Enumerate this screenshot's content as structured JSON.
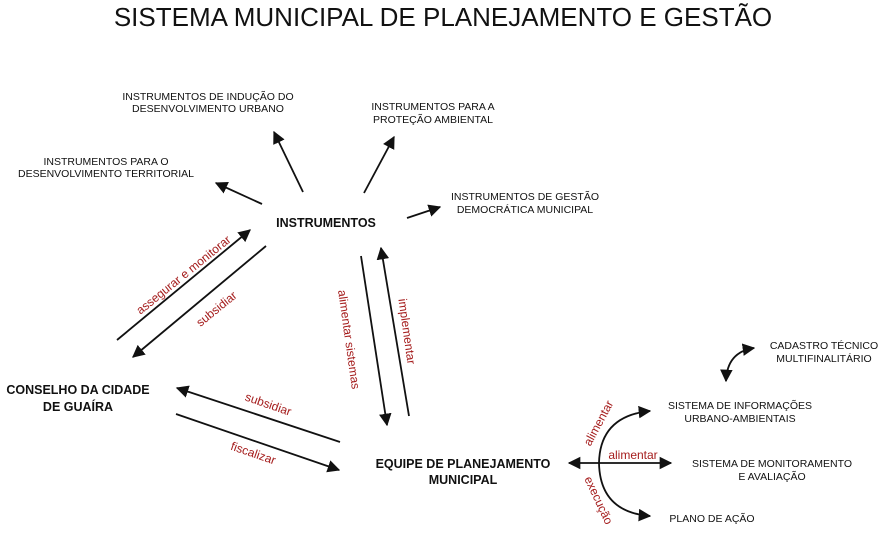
{
  "title": "SISTEMA MUNICIPAL DE PLANEJAMENTO E GESTÃO",
  "nodes": {
    "instrumentos": "INSTRUMENTOS",
    "conselho": [
      "CONSELHO DA CIDADE",
      "DE GUAÍRA"
    ],
    "equipe": [
      "EQUIPE DE PLANEJAMENTO",
      "MUNICIPAL"
    ]
  },
  "instrument_types": {
    "inducao": [
      "INSTRUMENTOS DE INDUÇÃO DO",
      "DESENVOLVIMENTO URBANO"
    ],
    "protecao": [
      "INSTRUMENTOS PARA A",
      "PROTEÇÃO AMBIENTAL"
    ],
    "territorial": [
      "INSTRUMENTOS PARA O",
      "DESENVOLVIMENTO TERRITORIAL"
    ],
    "gestao": [
      "INSTRUMENTOS DE GESTÃO",
      "DEMOCRÁTICA MUNICIPAL"
    ]
  },
  "outputs": {
    "cadastro": [
      "CADASTRO TÉCNICO",
      "MULTIFINALITÁRIO"
    ],
    "sistema_info": [
      "SISTEMA DE INFORMAÇÕES",
      "URBANO-AMBIENTAIS"
    ],
    "monitoramento": [
      "SISTEMA DE MONITORAMENTO",
      "E AVALIAÇÃO"
    ],
    "plano": "PLANO DE AÇÃO"
  },
  "edge_labels": {
    "assegurar": "assegurar e monitorar",
    "subsidiar_top": "subsidiar",
    "alimentar_sistemas": "alimentar sistemas",
    "implementar": "implementar",
    "subsidiar_bottom": "subsidiar",
    "fiscalizar": "fiscalizar",
    "alimentar_curve": "alimentar",
    "alimentar_horizontal": "alimentar",
    "execucao": "execução"
  },
  "colors": {
    "label": "#a51d1d",
    "line": "#111111"
  }
}
